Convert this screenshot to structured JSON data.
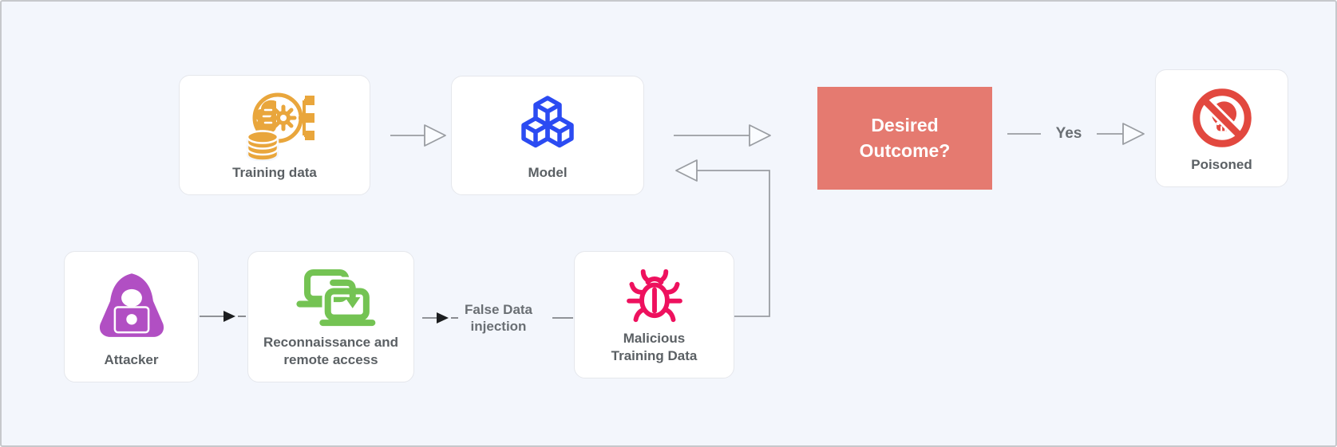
{
  "diagram": {
    "subject": "data-poisoning-attack-flow"
  },
  "colors": {
    "background": "#f3f6fc",
    "canvas_border": "#c6c8cc",
    "card_background": "#ffffff",
    "card_border": "#e5e7ec",
    "card_label_text": "#5b6064",
    "edge_label_text": "#6a6f74",
    "open_arrow_line": "#9a9da2",
    "solid_arrow_line": "#6f7276",
    "solid_arrow_head": "#1c1e20",
    "decision_background": "#e57a70",
    "decision_text": "#ffffff",
    "training_data_icon": "#e9a63c",
    "model_icon": "#2b4bf2",
    "poisoned_icon": "#e2483f",
    "attacker_icon": "#b14fc3",
    "recon_icon": "#74c353",
    "bug_icon": "#ee115e"
  },
  "nodes": {
    "training_data": {
      "label": "Training data",
      "icon": "training-data-icon"
    },
    "model": {
      "label": "Model",
      "icon": "model-cubes-icon"
    },
    "desired_outcome": {
      "label": "Desired Outcome?"
    },
    "poisoned": {
      "label": "Poisoned",
      "icon": "poisoned-skull-icon"
    },
    "attacker": {
      "label": "Attacker",
      "icon": "attacker-hacker-icon"
    },
    "recon": {
      "label": "Reconnaissance and remote access",
      "icon": "remote-access-icon"
    },
    "malicious": {
      "label": "Malicious Training Data",
      "icon": "bug-icon"
    }
  },
  "edges": {
    "training_to_model": {
      "from": "training_data",
      "to": "model",
      "style": "open-arrow"
    },
    "model_to_outcome": {
      "from": "model",
      "to": "desired_outcome",
      "style": "open-arrow"
    },
    "outcome_to_poisoned": {
      "from": "desired_outcome",
      "to": "poisoned",
      "style": "open-arrow",
      "label": "Yes"
    },
    "attacker_to_recon": {
      "from": "attacker",
      "to": "recon",
      "style": "solid-arrow"
    },
    "recon_to_malicious": {
      "from": "recon",
      "to": "malicious",
      "style": "solid-arrow",
      "label": "False Data injection"
    },
    "malicious_to_model": {
      "from": "malicious",
      "to": "model",
      "style": "open-arrow-elbow"
    }
  }
}
